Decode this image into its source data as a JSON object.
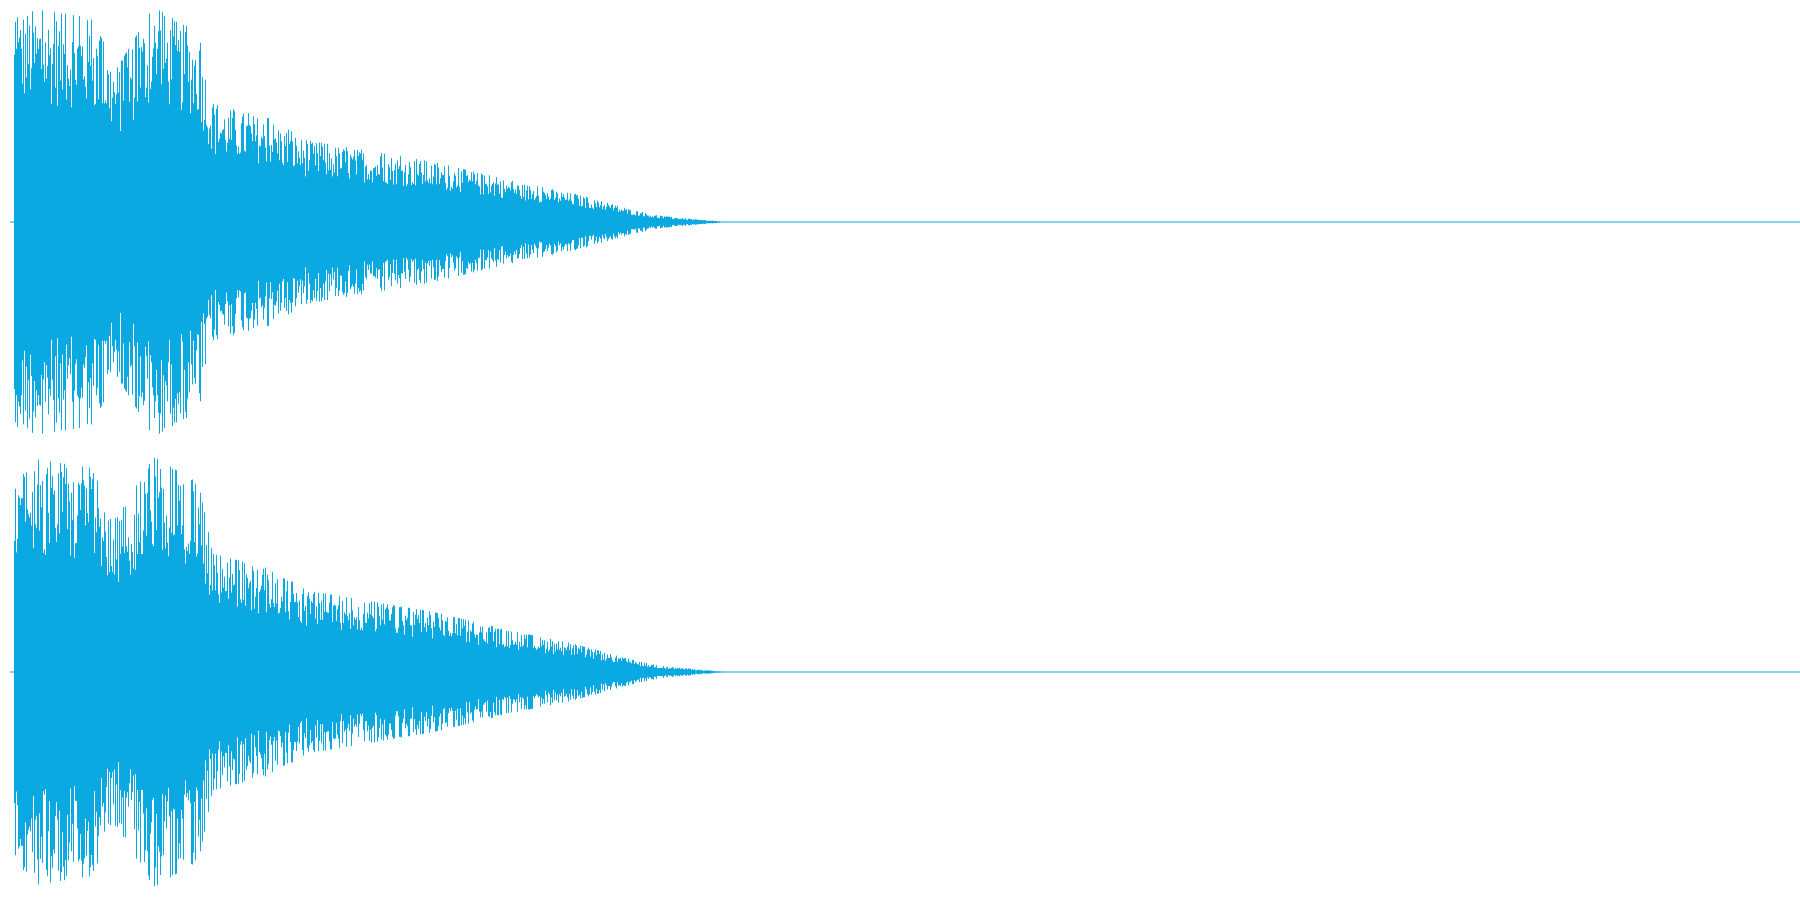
{
  "colors": {
    "background": "#ffffff",
    "waveform": "#0aa9e2"
  },
  "audio": {
    "channels": 2,
    "channel_names": [
      "left-channel",
      "right-channel"
    ],
    "visible_fraction_with_signal": 0.405,
    "peak_amplitude": 1.0,
    "envelope": [
      {
        "t": 0.0,
        "amp": 0.0
      },
      {
        "t": 0.004,
        "amp": 0.85
      },
      {
        "t": 0.012,
        "amp": 1.0
      },
      {
        "t": 0.05,
        "amp": 0.95
      },
      {
        "t": 0.065,
        "amp": 0.72
      },
      {
        "t": 0.085,
        "amp": 1.0
      },
      {
        "t": 0.11,
        "amp": 0.88
      },
      {
        "t": 0.118,
        "amp": 0.55
      },
      {
        "t": 0.15,
        "amp": 0.48
      },
      {
        "t": 0.17,
        "amp": 0.38
      },
      {
        "t": 0.205,
        "amp": 0.33
      },
      {
        "t": 0.24,
        "amp": 0.28
      },
      {
        "t": 0.29,
        "amp": 0.18
      },
      {
        "t": 0.32,
        "amp": 0.13
      },
      {
        "t": 0.345,
        "amp": 0.07
      },
      {
        "t": 0.365,
        "amp": 0.03
      },
      {
        "t": 0.39,
        "amp": 0.01
      },
      {
        "t": 0.405,
        "amp": 0.0
      },
      {
        "t": 1.0,
        "amp": 0.0
      }
    ]
  }
}
